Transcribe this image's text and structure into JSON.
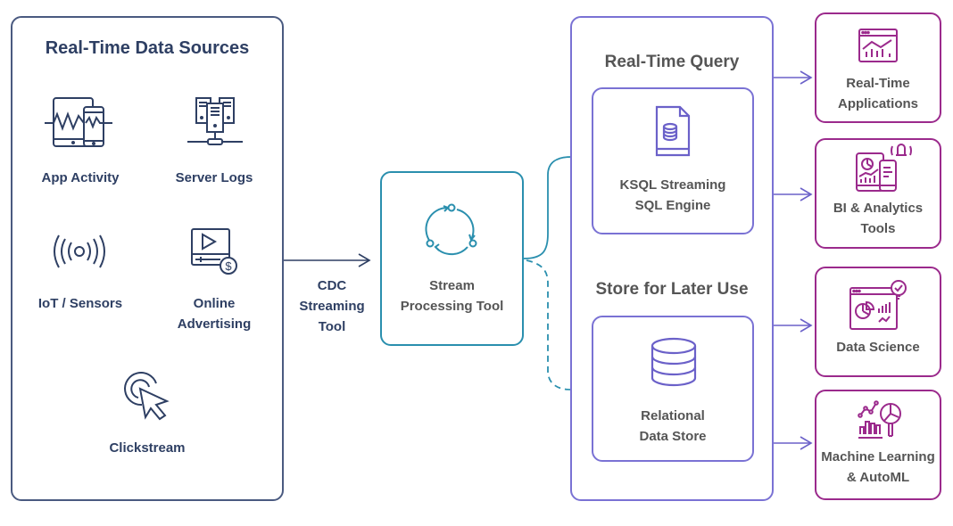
{
  "colors": {
    "navy": "#2e3f63",
    "teal": "#2a8fae",
    "purple": "#6b61c9",
    "magenta": "#9b2a8c",
    "text_grey": "#555555"
  },
  "sources": {
    "title": "Real-Time Data Sources",
    "items": [
      {
        "label": "App Activity",
        "icon": "app-activity-icon"
      },
      {
        "label": "Server Logs",
        "icon": "server-logs-icon"
      },
      {
        "label": "IoT / Sensors",
        "icon": "iot-sensors-icon"
      },
      {
        "label_line1": "Online",
        "label_line2": "Advertising",
        "icon": "online-advertising-icon"
      },
      {
        "label": "Clickstream",
        "icon": "clickstream-icon"
      }
    ]
  },
  "cdc": {
    "line1": "CDC",
    "line2": "Streaming",
    "line3": "Tool"
  },
  "stream_processing": {
    "line1": "Stream",
    "line2": "Processing Tool",
    "icon": "cycle-icon"
  },
  "destinations": {
    "realtime_query": {
      "title": "Real-Time Query",
      "box": {
        "line1": "KSQL Streaming",
        "line2": "SQL Engine",
        "icon": "sql-document-icon"
      }
    },
    "store_later": {
      "title": "Store for Later Use",
      "box": {
        "line1": "Relational",
        "line2": "Data Store",
        "icon": "database-icon"
      }
    }
  },
  "consumers": [
    {
      "line1": "Real-Time",
      "line2": "Applications",
      "icon": "dashboard-chart-icon"
    },
    {
      "line1": "BI & Analytics",
      "line2": "Tools",
      "icon": "bi-analytics-icon"
    },
    {
      "line1": "Data Science",
      "line2": "",
      "icon": "data-science-icon"
    },
    {
      "line1": "Machine Learning",
      "line2": "& AutoML",
      "icon": "machine-learning-icon"
    }
  ]
}
